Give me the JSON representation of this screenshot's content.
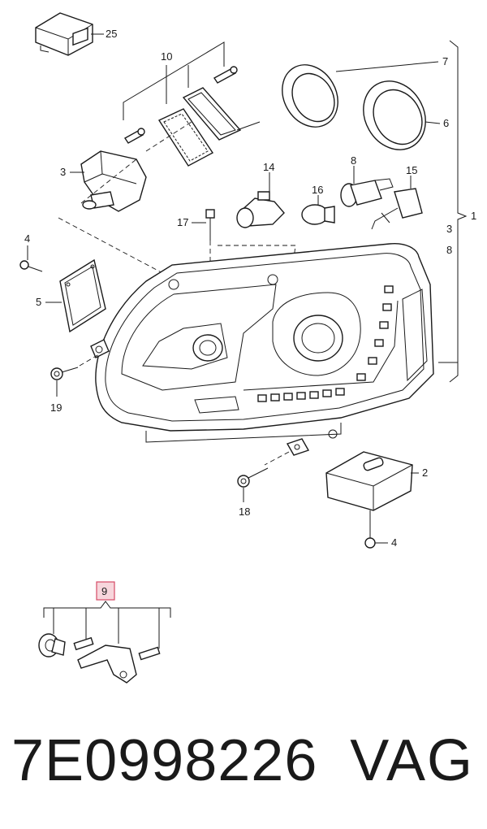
{
  "callouts": {
    "c25": "25",
    "c10": "10",
    "c7": "7",
    "c6": "6",
    "c3": "3",
    "c14": "14",
    "c8a": "8",
    "c15": "15",
    "c16": "16",
    "c1": "1",
    "c3b": "3",
    "c8b": "8",
    "c17": "17",
    "c4a": "4",
    "c5": "5",
    "c19": "19",
    "c2": "2",
    "c18": "18",
    "c4b": "4",
    "c9": "9"
  },
  "footer": {
    "part_number": "7E0998226",
    "brand": "VAG"
  },
  "colors": {
    "line": "#1a1a1a",
    "highlight_fill": "#f7d6dc",
    "highlight_stroke": "#d64a66"
  }
}
